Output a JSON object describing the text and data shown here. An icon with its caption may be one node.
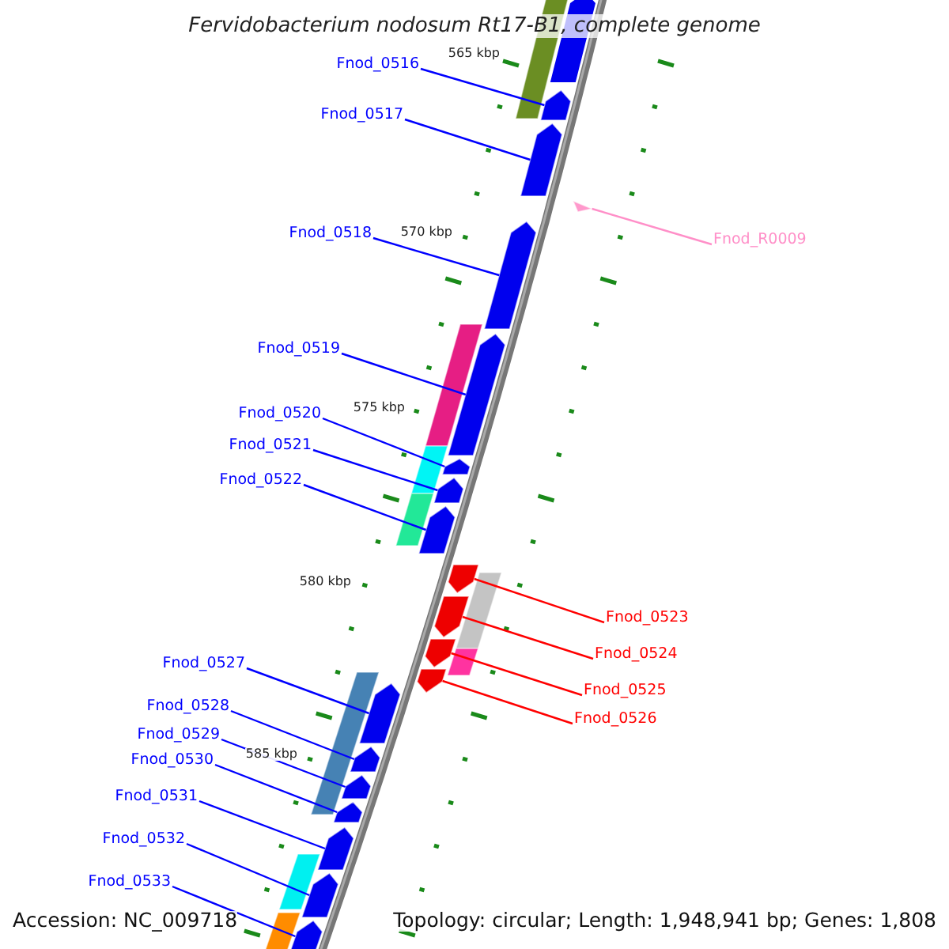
{
  "diagram": {
    "title": "Fervidobacterium nodosum Rt17-B1, complete genome",
    "nodes": [
      {
        "text": [
          "Fnod_0516"
        ]
      },
      {
        "text": [
          "Fnod_0517"
        ]
      },
      {
        "text": [
          "Fnod_0518"
        ]
      },
      {
        "text": [
          "Fnod_R0009"
        ]
      },
      {
        "text": [
          "Fnod_0519"
        ]
      },
      {
        "text": [
          "Fnod_0520"
        ]
      },
      {
        "text": [
          "Fnod_0521"
        ]
      },
      {
        "text": [
          "Fnod_0522"
        ]
      },
      {
        "text": [
          "Fnod_0523"
        ]
      },
      {
        "text": [
          "Fnod_0524"
        ]
      },
      {
        "text": [
          "Fnod_0525"
        ]
      },
      {
        "text": [
          "Fnod_0526"
        ]
      },
      {
        "text": [
          "Fnod_0527"
        ]
      },
      {
        "text": [
          "Fnod_0528"
        ]
      },
      {
        "text": [
          "Fnod_0529"
        ]
      },
      {
        "text": [
          "Fnod_0530"
        ]
      },
      {
        "text": [
          "Fnod_0531"
        ]
      },
      {
        "text": [
          "Fnod_0532"
        ]
      },
      {
        "text": [
          "Fnod_0533"
        ]
      },
      {
        "text": [],
        "shape": "arrow"
      },
      {
        "text": [],
        "shape": "arrow"
      },
      {
        "text": [],
        "shape": "arrow"
      },
      {
        "text": [],
        "shape": "triangle"
      },
      {
        "text": [],
        "shape": "arrow"
      },
      {
        "text": [],
        "shape": "arrow"
      },
      {
        "text": [],
        "shape": "arrow"
      },
      {
        "text": [],
        "shape": "arrow"
      },
      {
        "text": [],
        "shape": "arrow"
      },
      {
        "text": [],
        "shape": "arrow"
      },
      {
        "text": [],
        "shape": "arrow"
      },
      {
        "text": [],
        "shape": "arrow"
      },
      {
        "text": [],
        "shape": "arrow"
      },
      {
        "text": [],
        "shape": "arrow"
      },
      {
        "text": [],
        "shape": "arrow"
      },
      {
        "text": [],
        "shape": "arrow"
      },
      {
        "text": [],
        "shape": "arrow"
      },
      {
        "text": [],
        "shape": "arrow"
      },
      {
        "text": [],
        "shape": "arrow"
      }
    ],
    "edges": [
      {
        "from": 0,
        "to": 19,
        "arrow": "none"
      },
      {
        "from": 1,
        "to": 20,
        "arrow": "none"
      },
      {
        "from": 2,
        "to": 21,
        "arrow": "none"
      },
      {
        "from": 3,
        "to": 22,
        "arrow": "none",
        "color": "#ff8fc8"
      },
      {
        "from": 4,
        "to": 23,
        "arrow": "none"
      },
      {
        "from": 5,
        "to": 24,
        "arrow": "none"
      },
      {
        "from": 6,
        "to": 25,
        "arrow": "none"
      },
      {
        "from": 7,
        "to": 26,
        "arrow": "none"
      },
      {
        "from": 8,
        "to": 27,
        "arrow": "none",
        "color": "#ff0000"
      },
      {
        "from": 9,
        "to": 28,
        "arrow": "none",
        "color": "#ff0000"
      },
      {
        "from": 10,
        "to": 29,
        "arrow": "none",
        "color": "#ff0000"
      },
      {
        "from": 11,
        "to": 30,
        "arrow": "none",
        "color": "#ff0000"
      },
      {
        "from": 12,
        "to": 31,
        "arrow": "none"
      },
      {
        "from": 13,
        "to": 32,
        "arrow": "none"
      },
      {
        "from": 14,
        "to": 33,
        "arrow": "none"
      },
      {
        "from": 15,
        "to": 34,
        "arrow": "none"
      },
      {
        "from": 16,
        "to": 35,
        "arrow": "none"
      },
      {
        "from": 17,
        "to": 36,
        "arrow": "none"
      },
      {
        "from": 18,
        "to": 37,
        "arrow": "none"
      }
    ],
    "labels": [
      "565 kbp",
      "570 kbp",
      "575 kbp",
      "580 kbp",
      "585 kbp",
      "Accession: NC_009718",
      "Topology: circular; Length: 1,948,941 bp; Genes: 1,808"
    ]
  }
}
